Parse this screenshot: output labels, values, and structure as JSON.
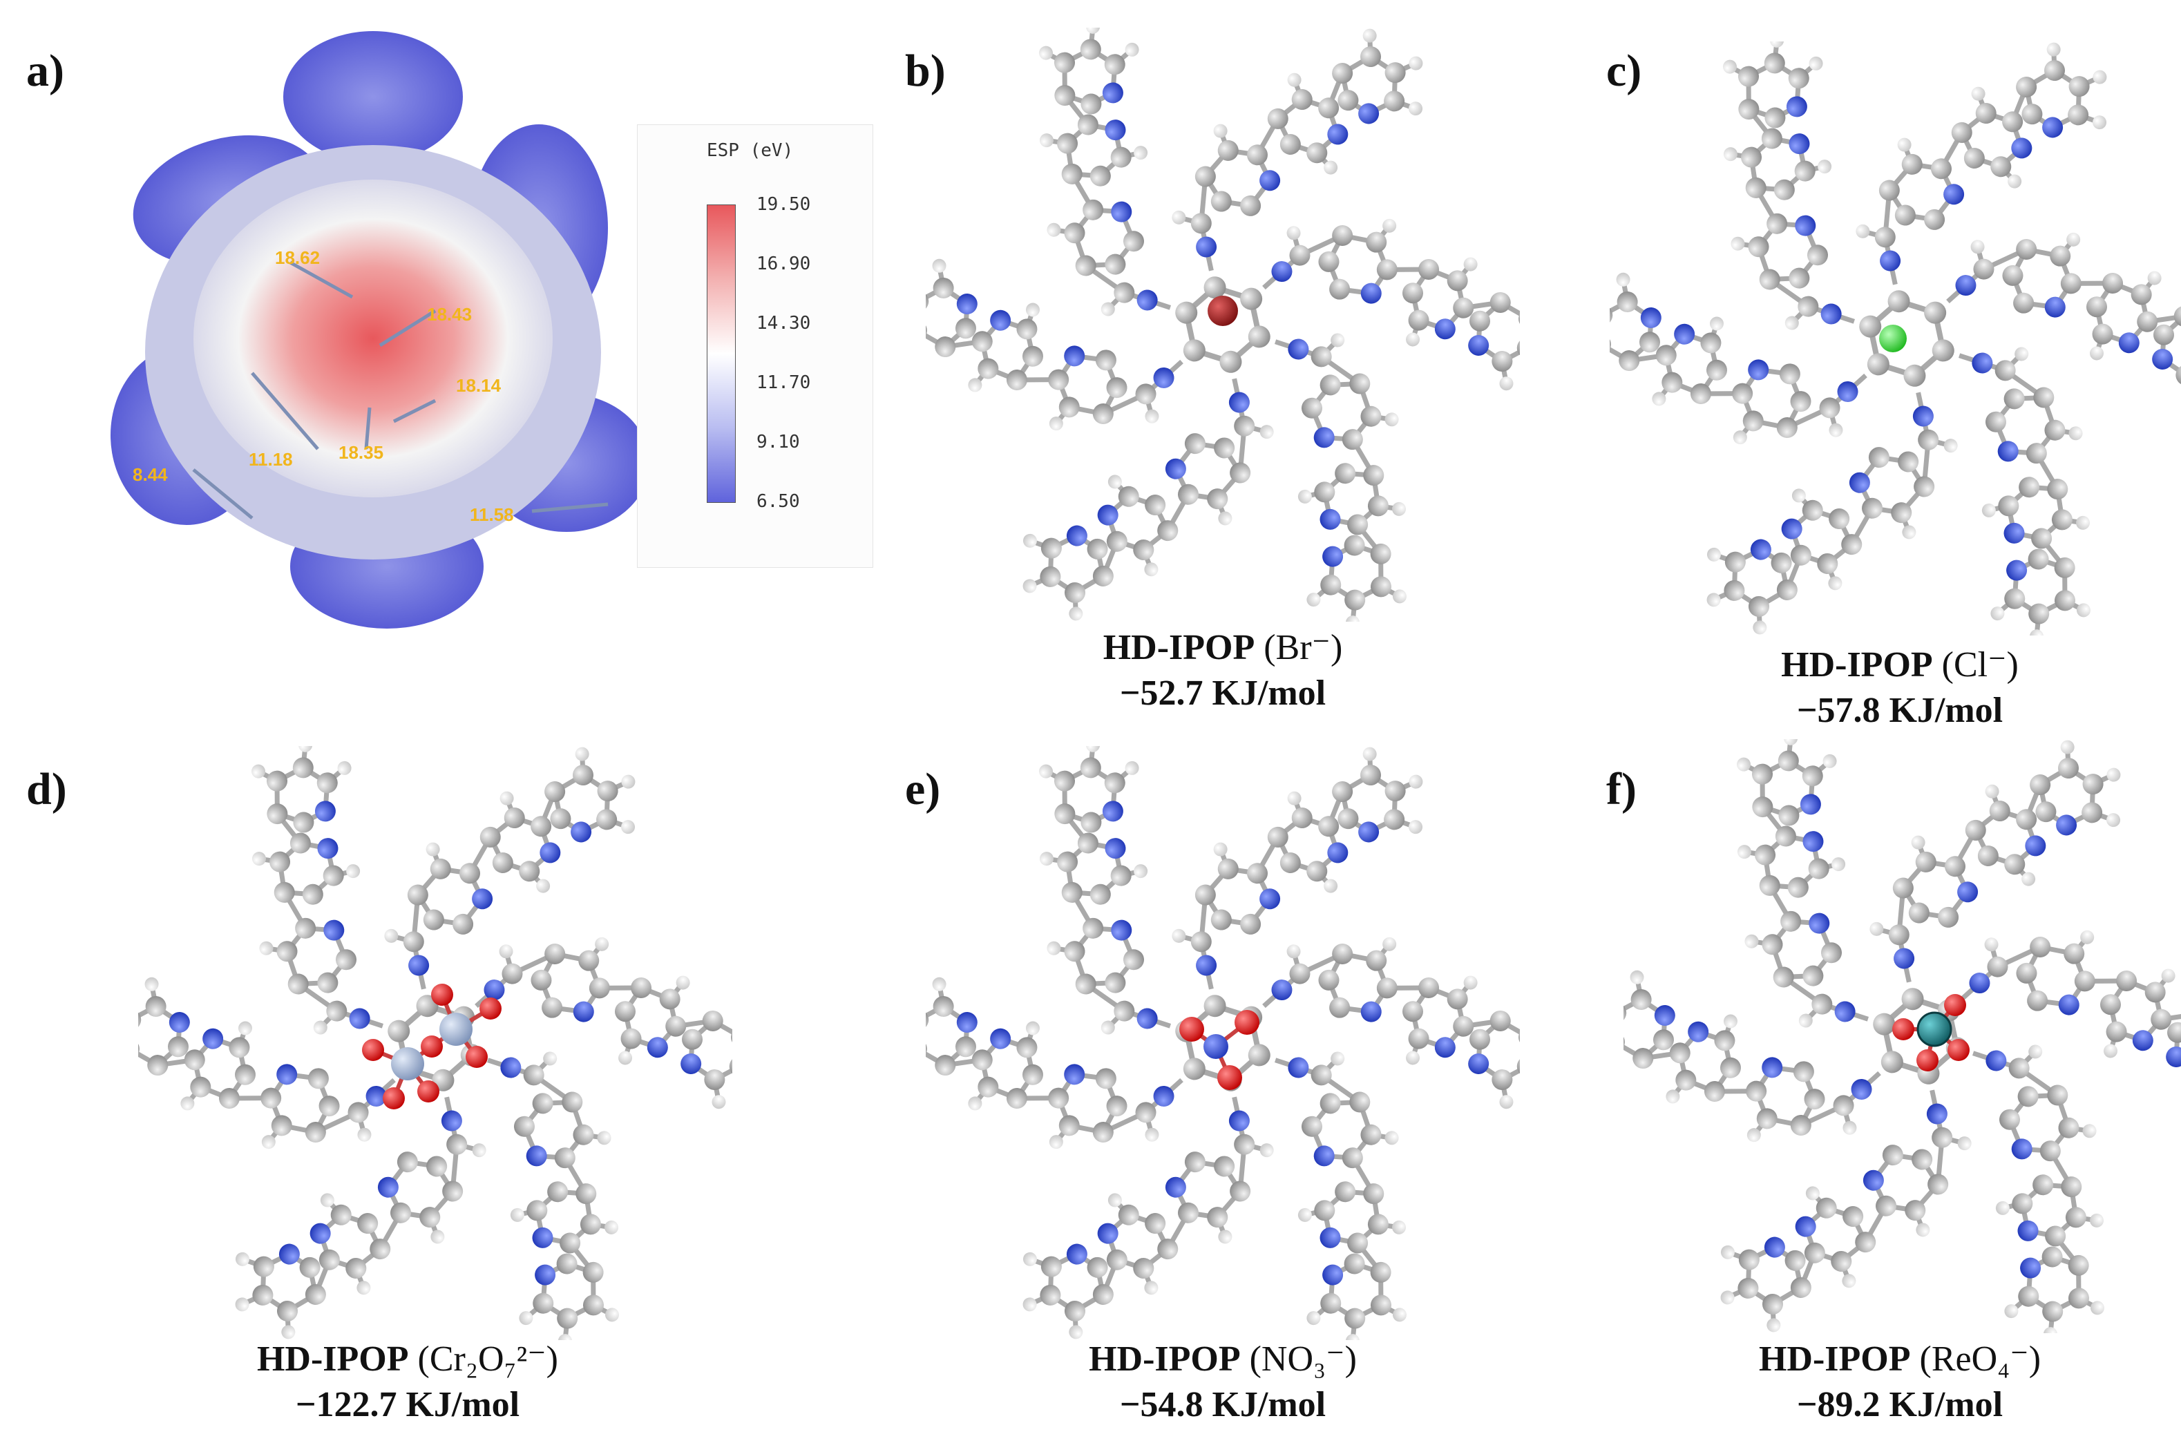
{
  "panels": {
    "a": {
      "letter": "a)"
    },
    "b": {
      "letter": "b)",
      "name": "HD-IPOP",
      "anion": "(Br⁻)",
      "energy": "−52.7 KJ/mol"
    },
    "c": {
      "letter": "c)",
      "name": "HD-IPOP",
      "anion": "(Cl⁻)",
      "energy": "−57.8 KJ/mol"
    },
    "d": {
      "letter": "d)",
      "name": "HD-IPOP",
      "anion": "(Cr₂O₇²⁻)",
      "energy": "−122.7 KJ/mol"
    },
    "e": {
      "letter": "e)",
      "name": "HD-IPOP",
      "anion": "(NO₃⁻)",
      "energy": "−54.8 KJ/mol"
    },
    "f": {
      "letter": "f)",
      "name": "HD-IPOP",
      "anion": "(ReO₄⁻)",
      "energy": "−89.2 KJ/mol"
    }
  },
  "esp_legend": {
    "title": "ESP (eV)",
    "ticks": [
      "19.50",
      "16.90",
      "14.30",
      "11.70",
      "9.10",
      "6.50"
    ]
  },
  "esp_labels": [
    "18.62",
    "18.43",
    "18.14",
    "18.35",
    "11.18",
    "8.44",
    "11.58"
  ],
  "colors": {
    "carbon": "#b8b8b8",
    "nitrogen": "#3a56d6",
    "hydrogen": "#f2f2f2",
    "bromide": "#a32020",
    "chloride": "#33dd33",
    "oxygen": "#e81818",
    "chromium": "#9fb1cf",
    "rhenium": "#1f7f86",
    "esp_high": "#e8585c",
    "esp_low": "#5f63dc",
    "esp_label": "#f1b51c"
  }
}
